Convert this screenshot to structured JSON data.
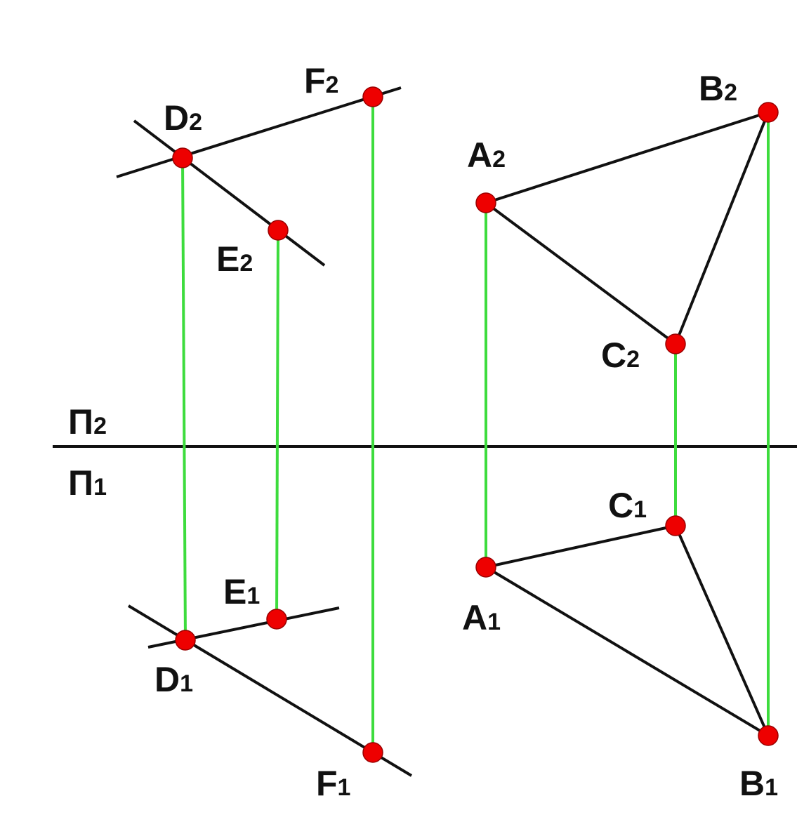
{
  "colors": {
    "background": "#ffffff",
    "line": "#111111",
    "projection_link": "#3ddc3d",
    "point_fill": "#ee0000",
    "point_stroke": "#990000"
  },
  "axis_labels": {
    "upper": {
      "letter": "Π",
      "index": "2"
    },
    "lower": {
      "letter": "Π",
      "index": "1"
    }
  },
  "points": {
    "D2": {
      "letter": "D",
      "index": "2"
    },
    "E2": {
      "letter": "E",
      "index": "2"
    },
    "F2": {
      "letter": "F",
      "index": "2"
    },
    "A2": {
      "letter": "A",
      "index": "2"
    },
    "B2": {
      "letter": "B",
      "index": "2"
    },
    "C2": {
      "letter": "C",
      "index": "2"
    },
    "D1": {
      "letter": "D",
      "index": "1"
    },
    "E1": {
      "letter": "E",
      "index": "1"
    },
    "F1": {
      "letter": "F",
      "index": "1"
    },
    "A1": {
      "letter": "A",
      "index": "1"
    },
    "B1": {
      "letter": "B",
      "index": "1"
    },
    "C1": {
      "letter": "C",
      "index": "1"
    }
  }
}
